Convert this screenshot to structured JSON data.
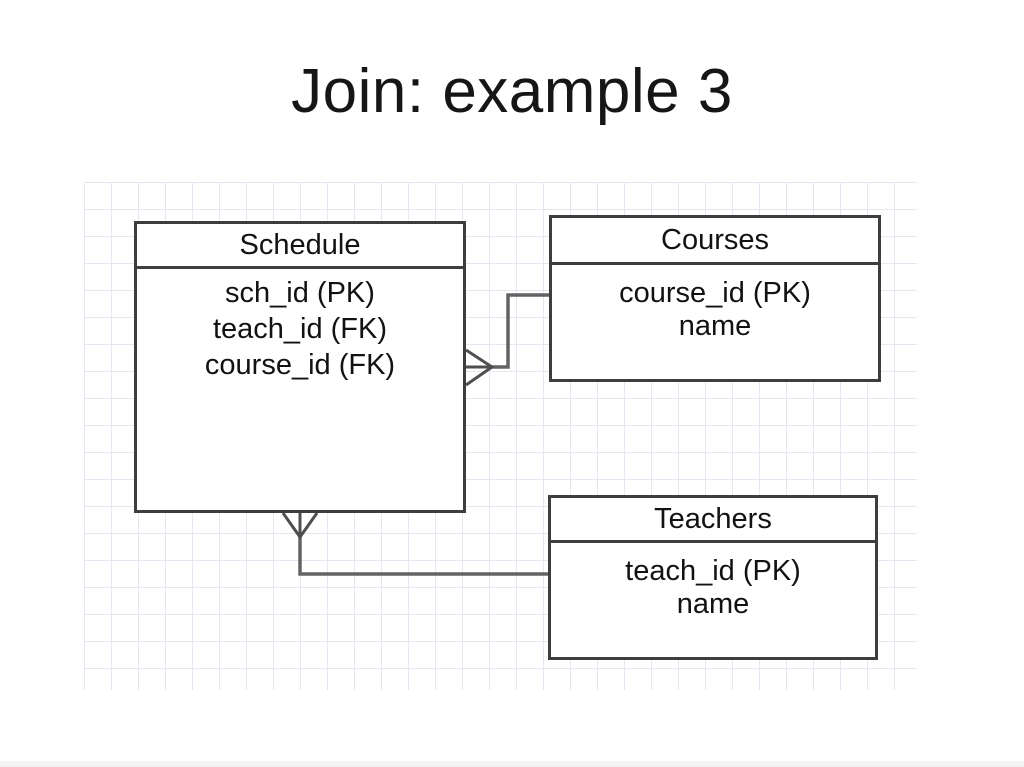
{
  "title": "Join: example 3",
  "diagram": {
    "entities": [
      {
        "name": "Schedule",
        "fields": [
          "sch_id (PK)",
          "teach_id (FK)",
          "course_id (FK)"
        ]
      },
      {
        "name": "Courses",
        "fields": [
          "course_id (PK)",
          "name"
        ]
      },
      {
        "name": "Teachers",
        "fields": [
          "teach_id (PK)",
          "name"
        ]
      }
    ],
    "relationships": [
      {
        "from": "Schedule",
        "to": "Courses",
        "notation": "crow-foot",
        "many_side": "Schedule"
      },
      {
        "from": "Schedule",
        "to": "Teachers",
        "notation": "crow-foot",
        "many_side": "Schedule"
      }
    ],
    "colors": {
      "background": "#ffffff",
      "grid_line": "#e6e6f3",
      "box_border": "#3e3e3e",
      "connector": "#636363",
      "crow_foot": "#4f4f4f",
      "text": "#121212"
    }
  }
}
